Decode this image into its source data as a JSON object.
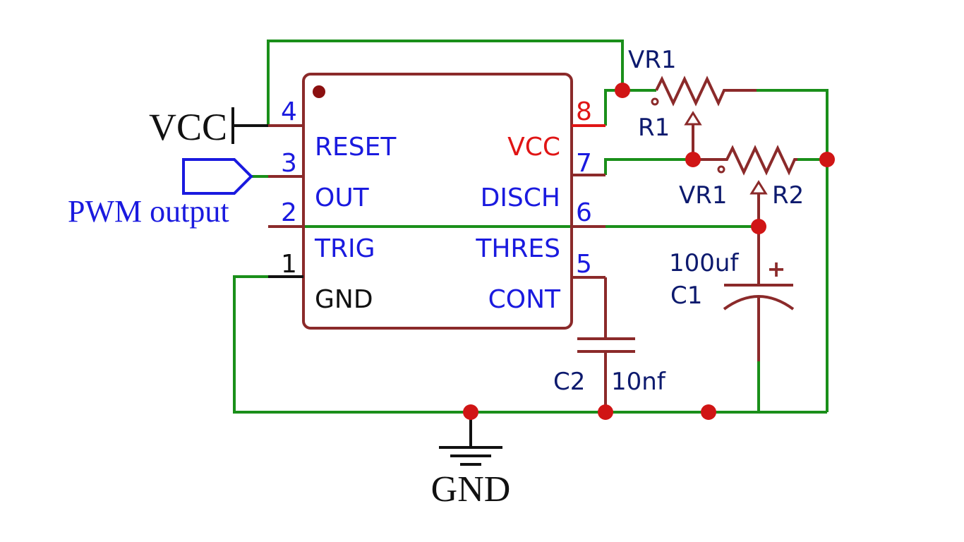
{
  "ic": {
    "pins_left": [
      {
        "num": "4",
        "name": "RESET"
      },
      {
        "num": "3",
        "name": "OUT"
      },
      {
        "num": "2",
        "name": "TRIG"
      },
      {
        "num": "1",
        "name": "GND"
      }
    ],
    "pins_right": [
      {
        "num": "8",
        "name": "VCC"
      },
      {
        "num": "7",
        "name": "DISCH"
      },
      {
        "num": "6",
        "name": "THRES"
      },
      {
        "num": "5",
        "name": "CONT"
      }
    ]
  },
  "nets": {
    "vcc_label": "VCC",
    "pwm_label": "PWM output",
    "gnd_label": "GND"
  },
  "components": {
    "r1": {
      "part": "VR1",
      "ref": "R1"
    },
    "r2": {
      "part": "VR1",
      "ref": "R2"
    },
    "c1": {
      "value": "100uf",
      "ref": "C1",
      "polarity": "+"
    },
    "c2": {
      "ref": "C2",
      "value": "10nf"
    }
  },
  "colors": {
    "wire": "#1a8f1a",
    "component": "#8b2a2a",
    "pin_label": "#1a1adf",
    "vcc_pin": "#e01515",
    "node": "#d01515",
    "ref_label": "#0d1a6e"
  }
}
